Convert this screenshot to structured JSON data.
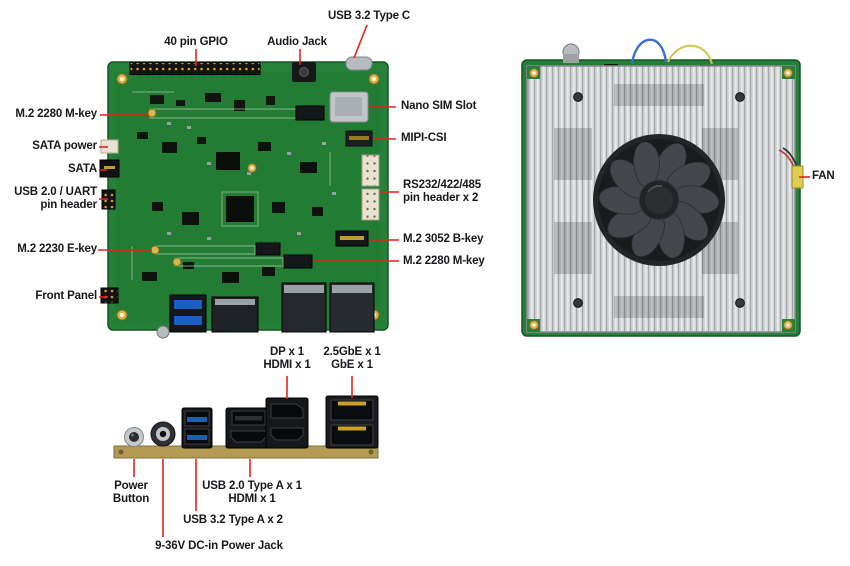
{
  "figure": "motherboard-feature-callout-diagram",
  "colors": {
    "leader_line": "#e02419",
    "pcb_green": "#26803a",
    "heatsink_silver": "#d2d4d6",
    "usb3_blue": "#1d5cc0",
    "gold": "#c9a227",
    "label_text": "#17191c",
    "background": "#ffffff"
  },
  "board_top": {
    "labels": {
      "gpio": "40 pin GPIO",
      "audio_jack": "Audio Jack",
      "usb_type_c": "USB 3.2 Type C",
      "nano_sim": "Nano SIM Slot",
      "mipi_csi": "MIPI-CSI",
      "rs232": "RS232/422/485\npin header x 2",
      "m2_3052_b_key": "M.2 3052 B-key",
      "m2_2280_m_key_right": "M.2 2280 M-key",
      "m2_2280_m_key_left": "M.2 2280 M-key",
      "sata_power": "SATA power",
      "sata": "SATA",
      "usb2_uart": "USB 2.0 / UART\npin header",
      "m2_2230_e_key": "M.2 2230 E-key",
      "front_panel": "Front Panel"
    }
  },
  "board_fan": {
    "labels": {
      "fan": "FAN"
    }
  },
  "rear_io": {
    "labels": {
      "dp_hdmi": "DP x 1\nHDMI x 1",
      "lan": "2.5GbE x 1\nGbE x 1",
      "power_button": "Power\nButton",
      "usb2_type_a_hdmi": "USB 2.0 Type A x 1\nHDMI x 1",
      "usb32_type_a": "USB 3.2 Type A x 2",
      "dc_jack": "9-36V DC-in Power Jack"
    }
  }
}
